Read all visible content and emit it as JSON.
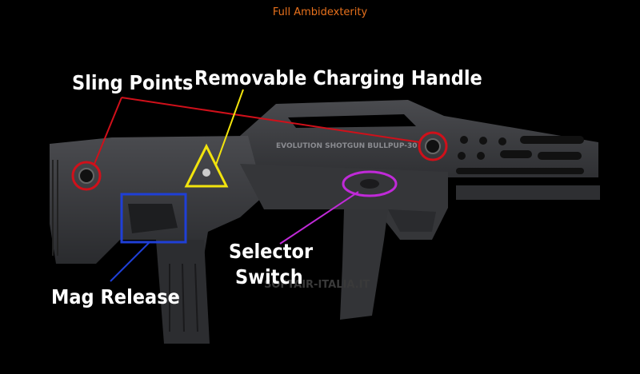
{
  "caption": "Full Ambidexterity",
  "labels": {
    "sling_points": "Sling Points",
    "charging_handle": "Removable Charging Handle",
    "selector_line1": "Selector",
    "selector_line2": "Switch",
    "mag_release": "Mag Release"
  },
  "engravings": {
    "model": "EVOLUTION SHOTGUN BULLPUP-30",
    "watermark": "SOFTAIR-ITALIA.IT"
  },
  "icons": {
    "warning": "biohazard-warning-icon"
  },
  "colors": {
    "background": "#000000",
    "caption": "#e8711c",
    "sling_marker": "#d0101a",
    "charging_marker": "#f2e40d",
    "selector_marker": "#c02ad8",
    "mag_marker": "#1f3fd6",
    "body": "#3a3b3e"
  }
}
